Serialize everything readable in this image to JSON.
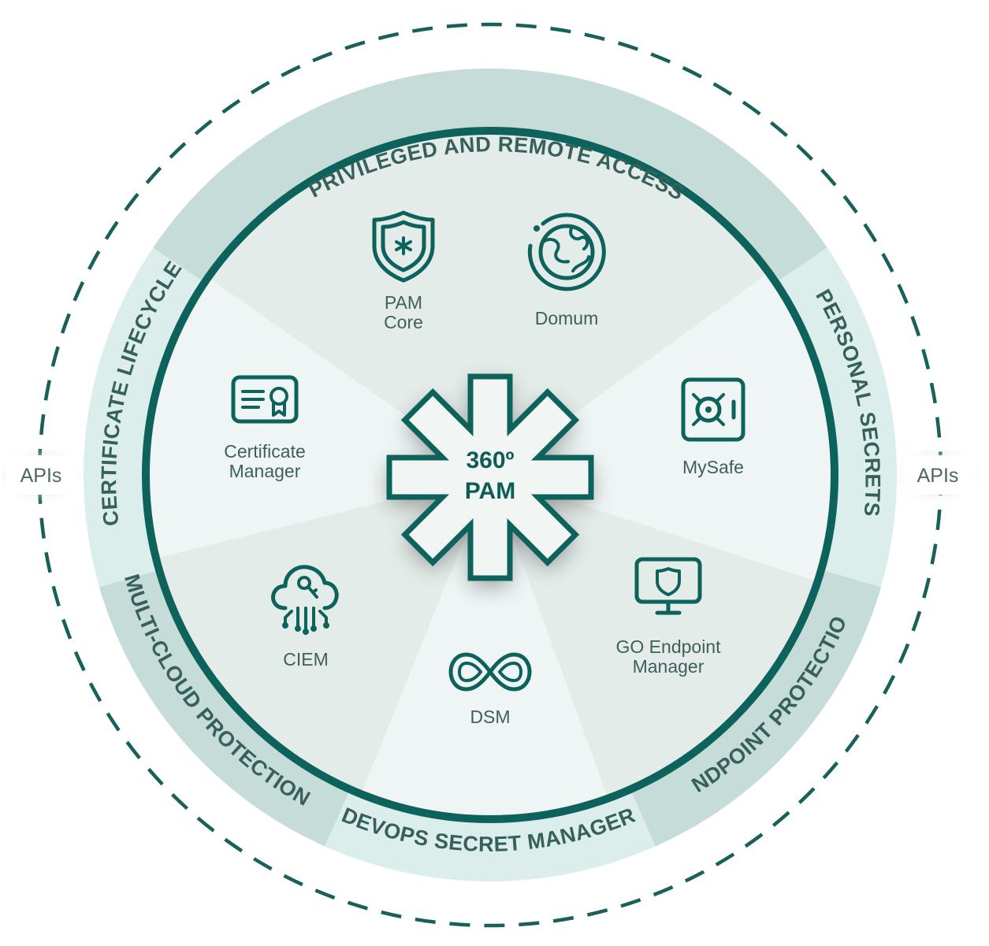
{
  "center": {
    "line1": "360º",
    "line2": "PAM"
  },
  "apis": {
    "left": "APIs",
    "right": "APIs"
  },
  "segments": [
    {
      "label": "PRIVILEGED AND REMOTE ACCESS"
    },
    {
      "label": "PERSONAL SECRETS"
    },
    {
      "label": "ENDPOINT PROTECTION"
    },
    {
      "label": "DEVOPS SECRET MANAGER"
    },
    {
      "label": "MULTI-CLOUD PROTECTION"
    },
    {
      "label": "CERTIFICATE LIFECYCLE"
    }
  ],
  "products": [
    {
      "lines": [
        "PAM",
        "Core"
      ],
      "icon": "shield-asterisk-icon"
    },
    {
      "lines": [
        "Domum"
      ],
      "icon": "globe-icon"
    },
    {
      "lines": [
        "MySafe"
      ],
      "icon": "safe-icon"
    },
    {
      "lines": [
        "GO Endpoint",
        "Manager"
      ],
      "icon": "monitor-shield-icon"
    },
    {
      "lines": [
        "DSM"
      ],
      "icon": "infinity-icon"
    },
    {
      "lines": [
        "CIEM"
      ],
      "icon": "cloud-key-icon"
    },
    {
      "lines": [
        "Certificate",
        "Manager"
      ],
      "icon": "certificate-icon"
    }
  ],
  "colors": {
    "primary": "#0d625b",
    "ring_light": "#dbeeec",
    "ring_dark": "#c6dcd8",
    "wedge_light": "#eef5f4",
    "wedge_dark": "#e4ecea"
  }
}
